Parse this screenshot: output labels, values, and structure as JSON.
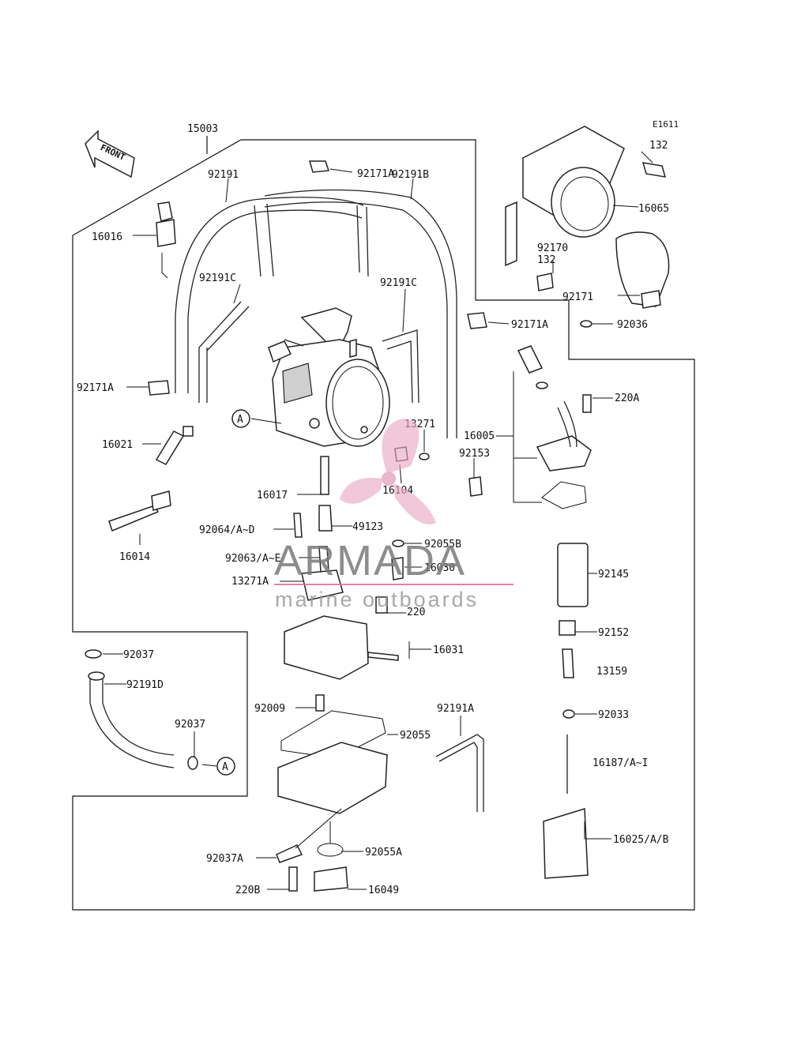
{
  "diagram": {
    "code": "E1611",
    "front_label": "FRONT",
    "labels": {
      "main": "15003",
      "p92171A_top": "92171A",
      "p92191": "92191",
      "p92191B": "92191B",
      "p132_top": "132",
      "p16065": "16065",
      "p16016": "16016",
      "p92191C_left": "92191C",
      "p92191C_right": "92191C",
      "p92170": "92170",
      "p132_mid": "132",
      "p92171": "92171",
      "p92171A_mid": "92171A",
      "p92036": "92036",
      "p92171A_left": "92171A",
      "p220A": "220A",
      "p13271": "13271",
      "p16005": "16005",
      "p16021": "16021",
      "p92153": "92153",
      "p16104": "16104",
      "p16017": "16017",
      "p92064": "92064/A~D",
      "p49123": "49123",
      "p16014": "16014",
      "p92055B": "92055B",
      "p92063": "92063/A~E",
      "p16030": "16030",
      "p13271A": "13271A",
      "p92145": "92145",
      "p220": "220",
      "p92152": "92152",
      "p92037_a": "92037",
      "p16031": "16031",
      "p92191D": "92191D",
      "p13159": "13159",
      "p92037_b": "92037",
      "p92009": "92009",
      "p92191A": "92191A",
      "p92033": "92033",
      "p92055": "92055",
      "p16187": "16187/A~I",
      "p16025": "16025/A/B",
      "p92037A": "92037A",
      "p92055A": "92055A",
      "p220B": "220B",
      "p16049": "16049"
    },
    "callout_letter": "A"
  },
  "watermark": {
    "brand": "ARMADA",
    "tagline": "marine outboards",
    "colors": {
      "propeller": "#e8a9c4",
      "line": "#e06a9a",
      "text": "#7a7a7a"
    }
  }
}
